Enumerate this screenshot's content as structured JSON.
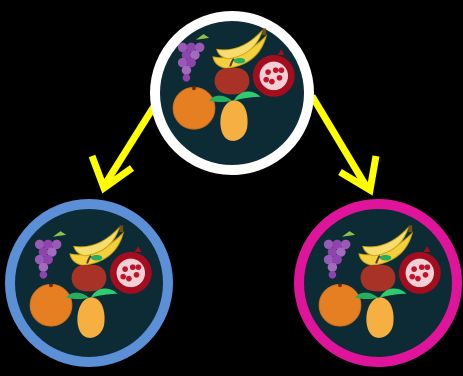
{
  "background_color": "#000000",
  "arrow_color": "#ffff00",
  "fruit_bowl_fill": "#0d2b35",
  "nodes": [
    {
      "id": "top",
      "ring_color": "#ffffff"
    },
    {
      "id": "bottom-left",
      "ring_color": "#5b8fd6"
    },
    {
      "id": "bottom-right",
      "ring_color": "#e0149a"
    }
  ],
  "fruits": [
    "grapes",
    "banana",
    "apple",
    "pomegranate",
    "orange",
    "mango"
  ],
  "arrows": [
    {
      "from": "top",
      "to": "bottom-left"
    },
    {
      "from": "top",
      "to": "bottom-right"
    }
  ]
}
